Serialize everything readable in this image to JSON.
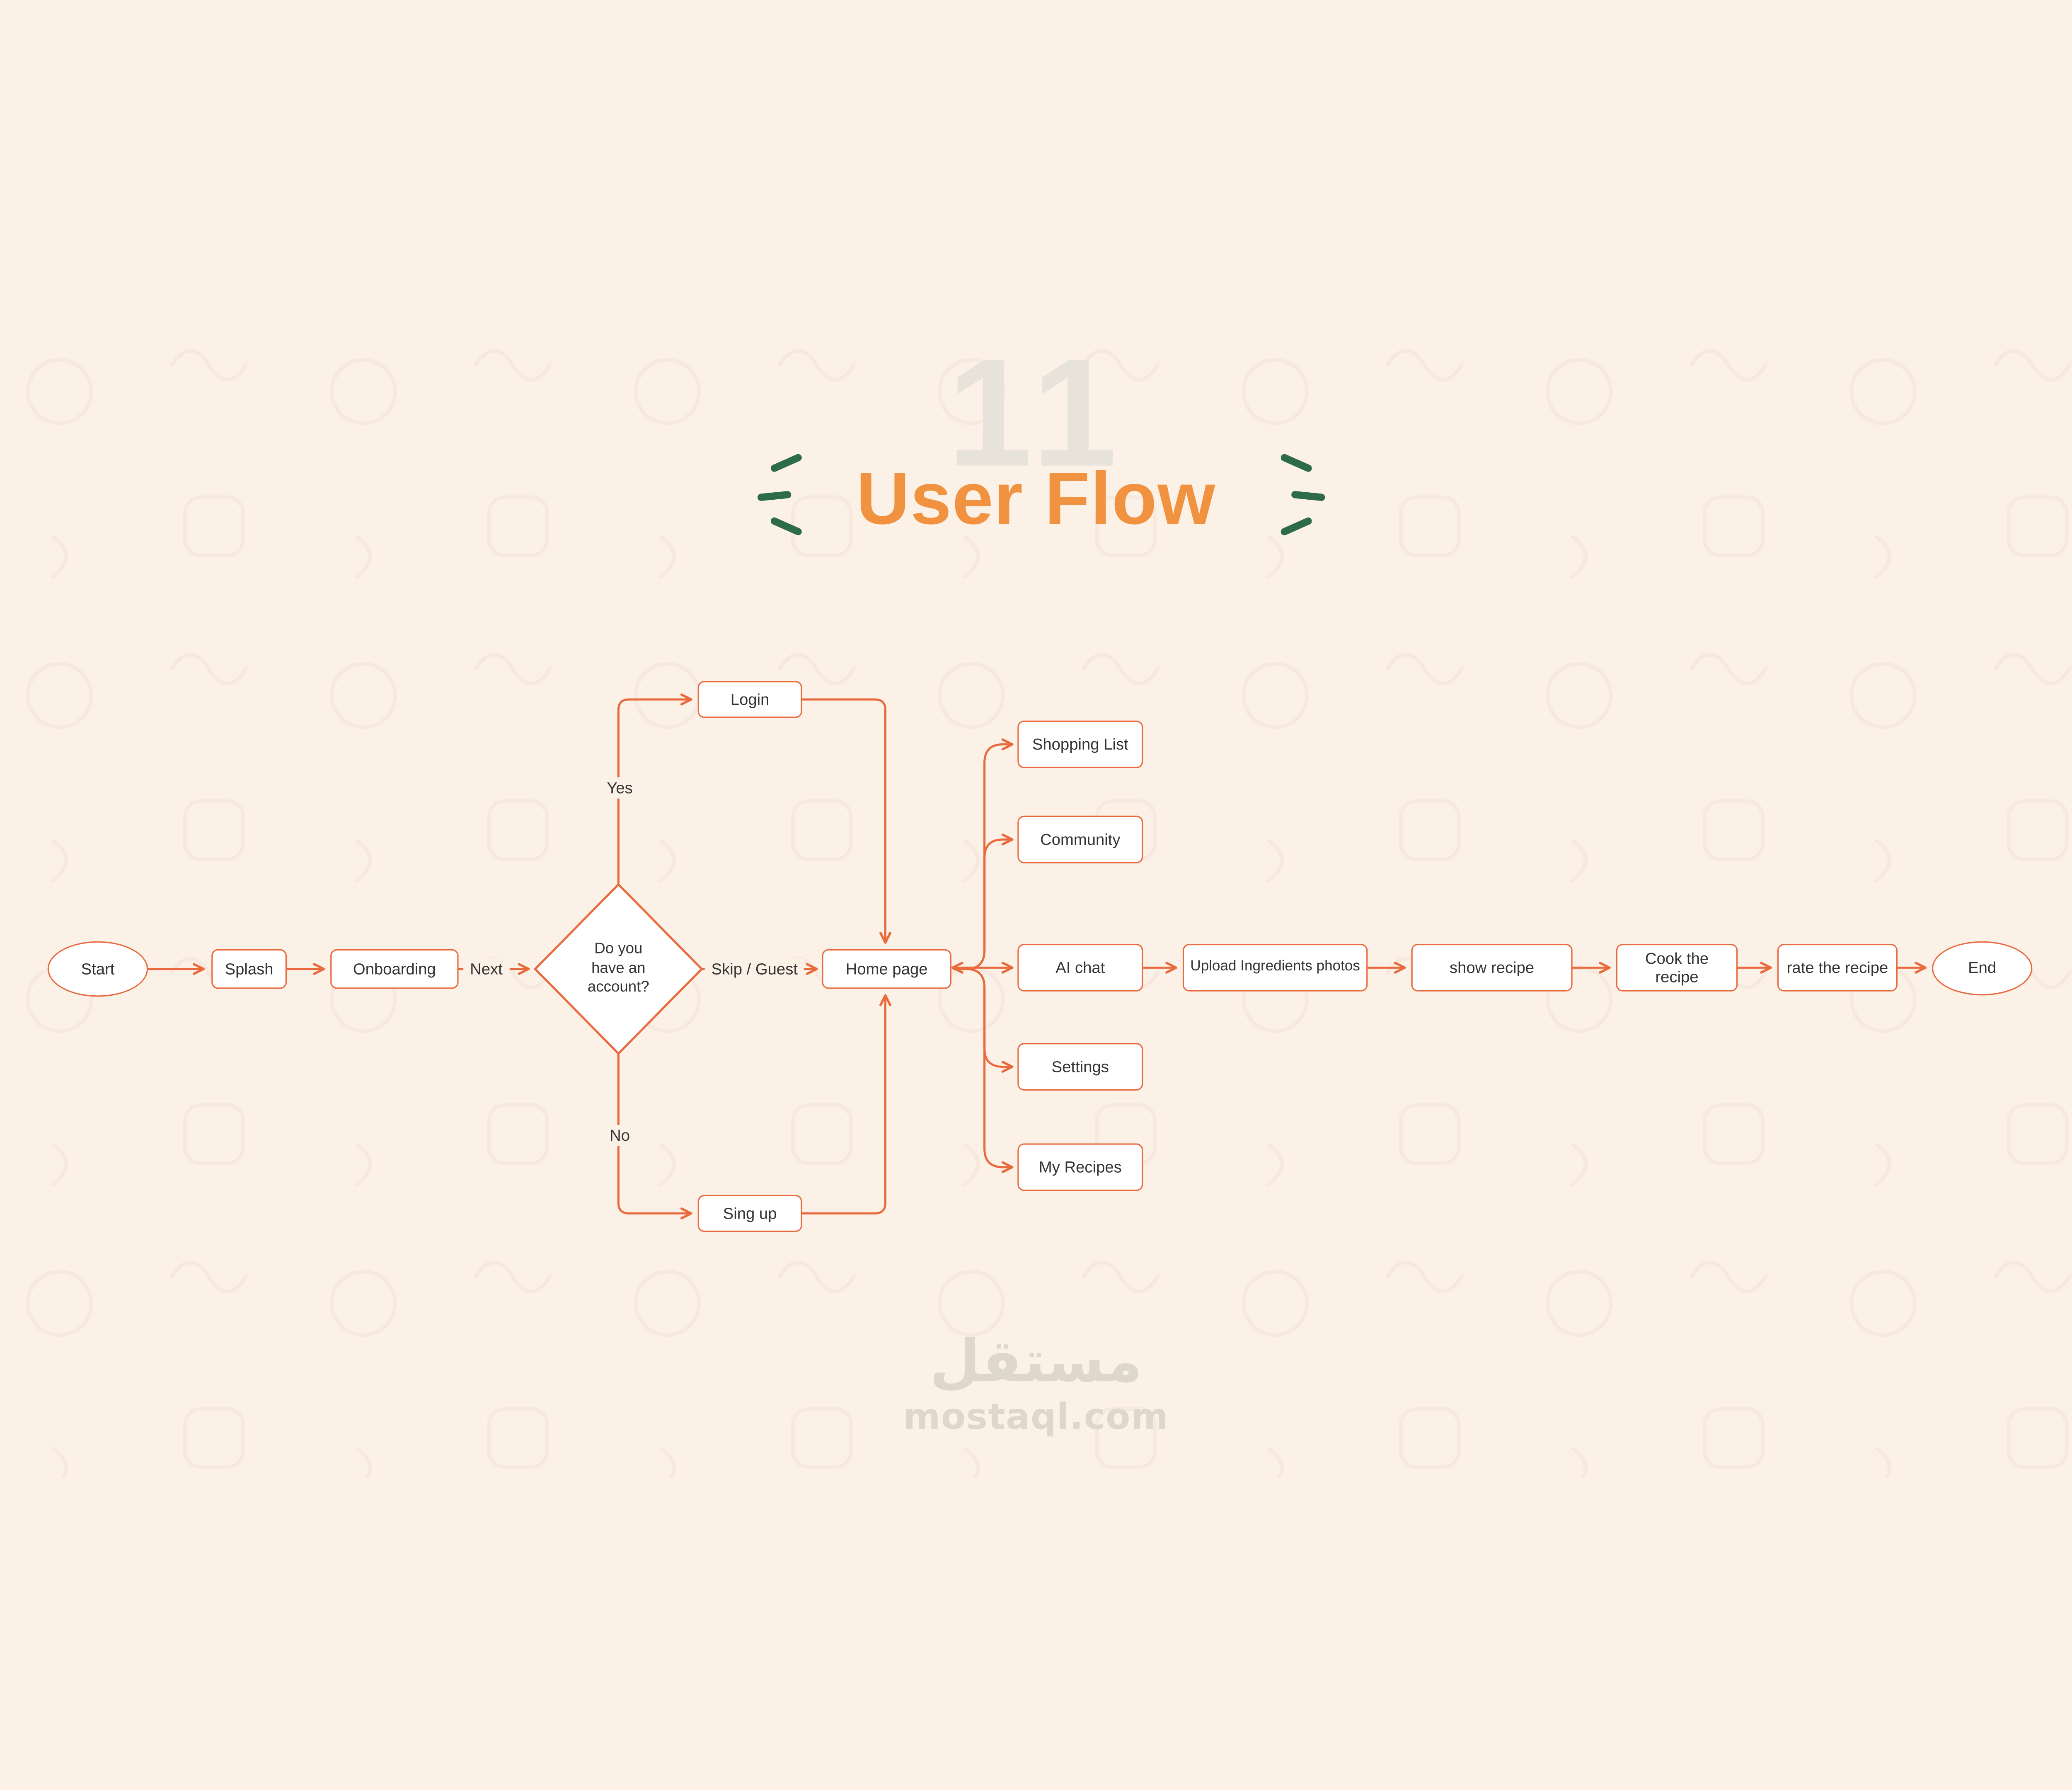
{
  "page": {
    "number": "11",
    "title": "User Flow",
    "watermark_logo": "مستقل",
    "watermark_site": "mostaql.com"
  },
  "colors": {
    "background": "#fcf1e7",
    "accent-orange": "#e96a3d",
    "title-orange": "#f0923f",
    "decoration-green": "#2e6b47",
    "page-number-gray": "#e7e3da",
    "watermark-gray": "#ddd7cc",
    "node-fill": "#ffffff",
    "node-text": "#333333"
  },
  "flow": {
    "nodes": {
      "start": "Start",
      "splash": "Splash",
      "onboarding": "Onboarding",
      "decision": "Do you\nhave an\naccount?",
      "login": "Login",
      "sign_up": "Sing up",
      "home_page": "Home page",
      "shopping_list": "Shopping List",
      "community": "Community",
      "ai_chat": "AI chat",
      "settings": "Settings",
      "my_recipes": "My Recipes",
      "upload_ingredients": "Upload Ingredients photos",
      "show_recipe": "show recipe",
      "cook_recipe": "Cook the recipe",
      "rate_recipe": "rate the recipe",
      "end": "End"
    },
    "edge_labels": {
      "next": "Next",
      "yes": "Yes",
      "no": "No",
      "skip_guest": "Skip / Guest"
    }
  }
}
